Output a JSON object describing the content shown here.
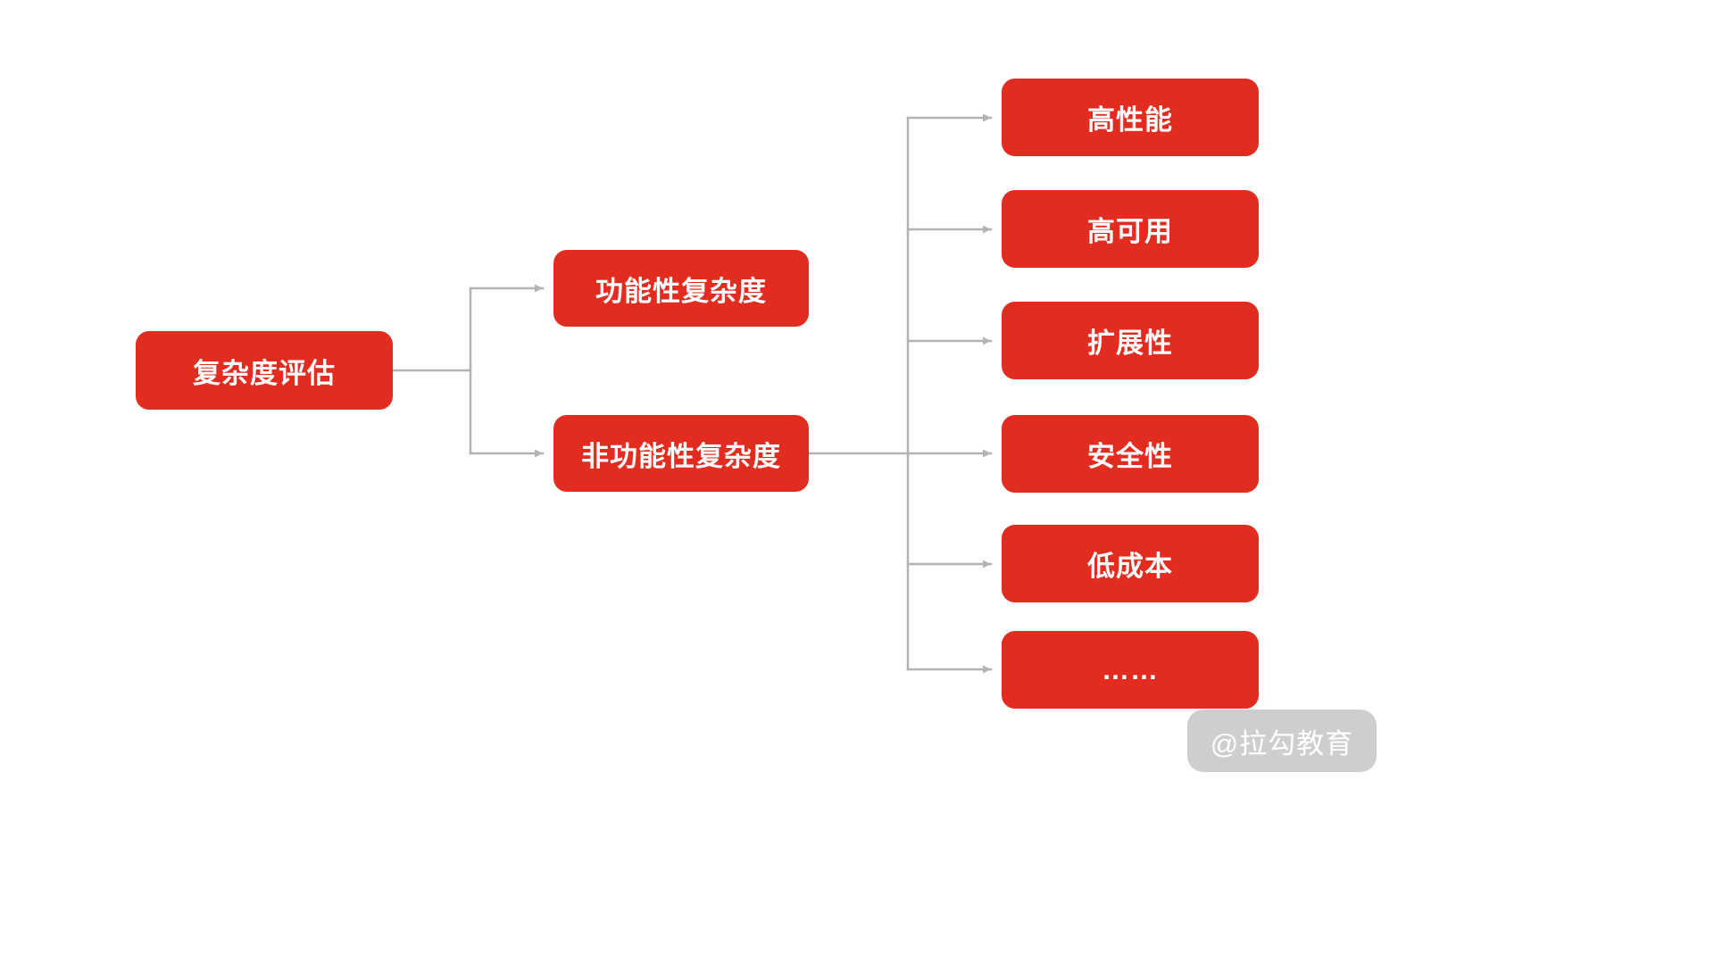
{
  "diagram": {
    "root": {
      "label": "复杂度评估"
    },
    "level2": [
      {
        "label": "功能性复杂度"
      },
      {
        "label": "非功能性复杂度"
      }
    ],
    "leaves": [
      {
        "label": "高性能"
      },
      {
        "label": "高可用"
      },
      {
        "label": "扩展性"
      },
      {
        "label": "安全性"
      },
      {
        "label": "低成本"
      },
      {
        "label": "……"
      }
    ],
    "colors": {
      "node_bg": "#e22c20",
      "node_text": "#ffffff",
      "connector": "#b3b3b3",
      "watermark_bg": "#bebebe",
      "watermark_text": "#ffffff"
    }
  },
  "watermark": {
    "label": "@拉勾教育"
  }
}
